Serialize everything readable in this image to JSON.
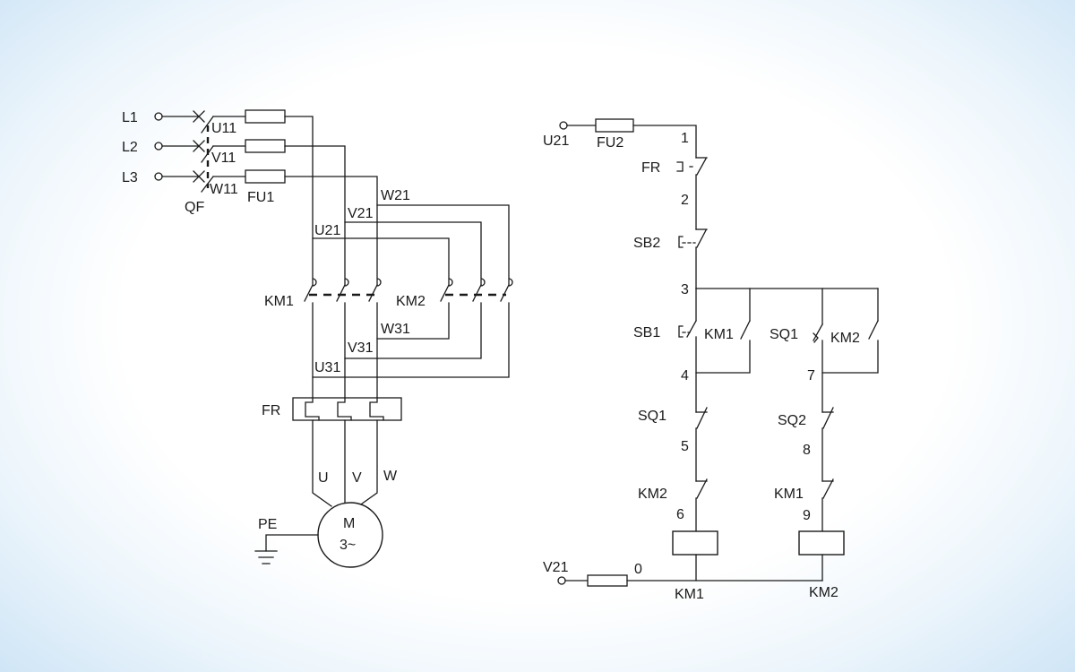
{
  "supply": {
    "l1": "L1",
    "l2": "L2",
    "l3": "L3",
    "qf": "QF",
    "fu1": "FU1"
  },
  "main_circuit": {
    "u11": "U11",
    "v11": "V11",
    "w11": "W11",
    "u21": "U21",
    "v21": "V21",
    "w21": "W21",
    "u31": "U31",
    "v31": "V31",
    "w31": "W31",
    "km1": "KM1",
    "km2": "KM2",
    "fr": "FR",
    "u": "U",
    "v": "V",
    "w": "W",
    "pe": "PE",
    "motor_m": "M",
    "motor_phase": "3~"
  },
  "control_circuit": {
    "u21": "U21",
    "fu2": "FU2",
    "v21": "V21",
    "fr": "FR",
    "sb2": "SB2",
    "sb1": "SB1",
    "km1_contact": "KM1",
    "sq1_upper": "SQ1",
    "km2_contact": "KM2",
    "sq1_lower": "SQ1",
    "sq2": "SQ2",
    "km2_interlock": "KM2",
    "km1_interlock": "KM1",
    "km1_coil": "KM1",
    "km2_coil": "KM2",
    "n0": "0",
    "n1": "1",
    "n2": "2",
    "n3": "3",
    "n4": "4",
    "n5": "5",
    "n6": "6",
    "n7": "7",
    "n8": "8",
    "n9": "9"
  }
}
